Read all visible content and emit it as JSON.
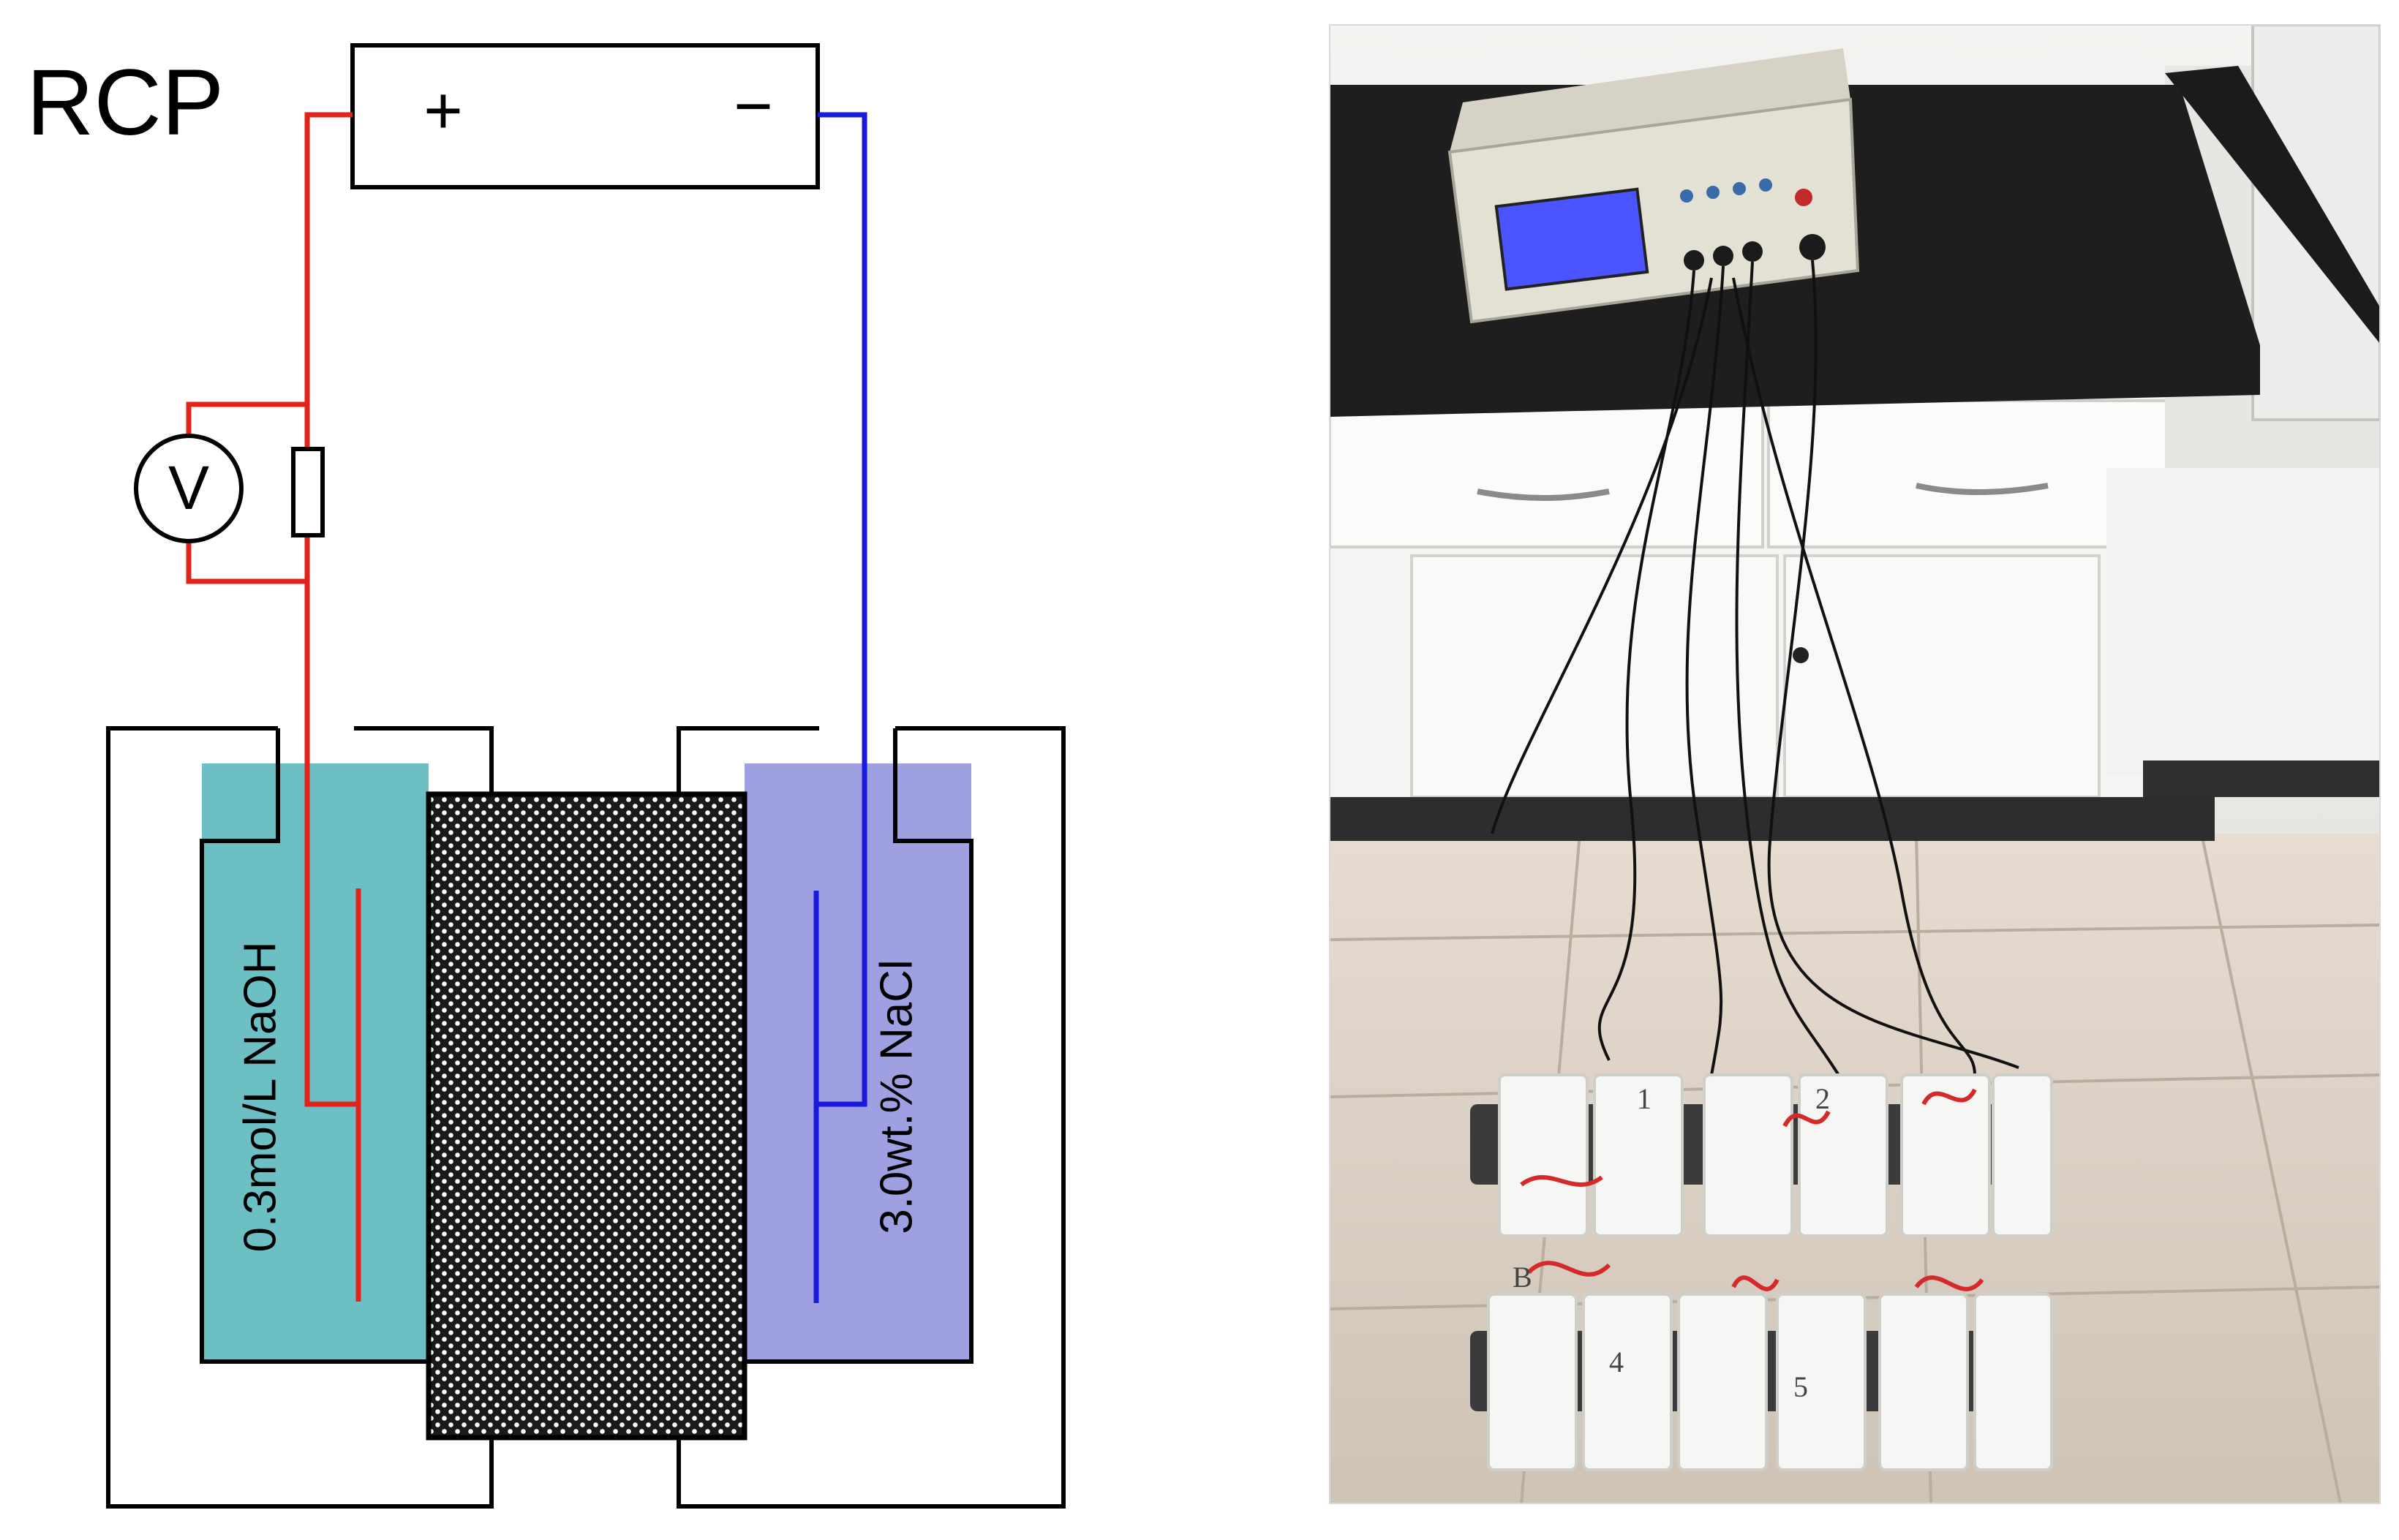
{
  "diagram": {
    "power_label": "RCP",
    "positive_symbol": "+",
    "negative_symbol": "−",
    "voltmeter_symbol": "V",
    "left_solution": "0.3mol/L NaOH",
    "right_solution": "3.0wt.% NaCl"
  },
  "photo": {
    "sample_numbers": [
      "1",
      "2",
      "4",
      "5"
    ],
    "sample_letters": [
      "B"
    ]
  },
  "colors": {
    "positive_wire": "#e2231a",
    "negative_wire": "#1a1adc",
    "naoh_solution": "#6cbfc2",
    "nacl_solution": "#9fa0e2",
    "display_screen": "#4a55ff"
  }
}
